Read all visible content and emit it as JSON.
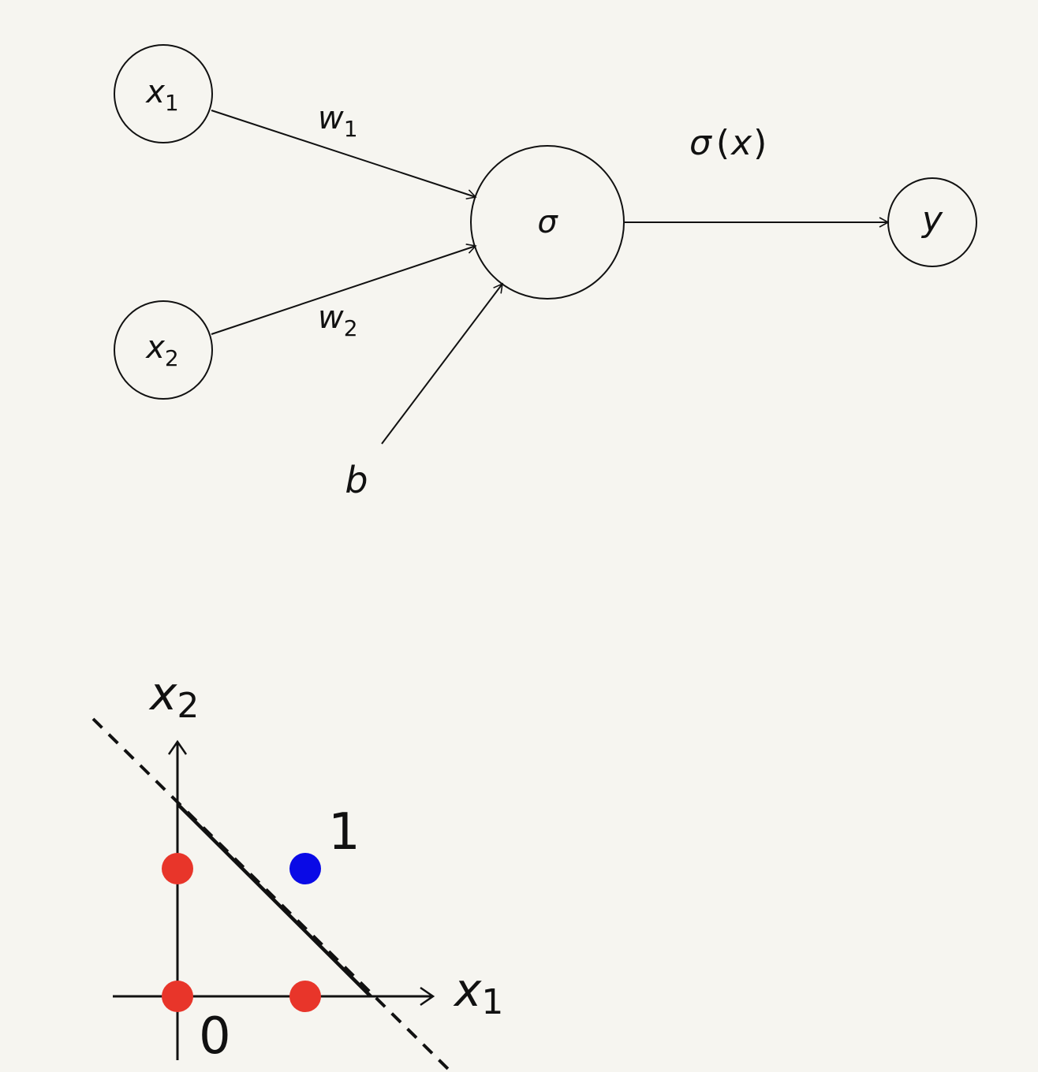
{
  "perceptron": {
    "inputs": [
      {
        "var": "x",
        "sub": "1"
      },
      {
        "var": "x",
        "sub": "2"
      }
    ],
    "weights": [
      {
        "var": "w",
        "sub": "1"
      },
      {
        "var": "w",
        "sub": "2"
      }
    ],
    "bias": "b",
    "neuron": "σ",
    "activation": {
      "fn": "σ",
      "open": "(",
      "arg": "x",
      "close": ")"
    },
    "output": "y"
  },
  "plot": {
    "x_axis": {
      "var": "x",
      "sub": "1"
    },
    "y_axis": {
      "var": "x",
      "sub": "2"
    },
    "class_one_label": "1",
    "class_zero_label": "0",
    "class_one_color": "#0a0ae6",
    "class_zero_color": "#e8352a",
    "points": [
      {
        "x": 0,
        "y": 0,
        "class": 0
      },
      {
        "x": 1,
        "y": 0,
        "class": 0
      },
      {
        "x": 0,
        "y": 1,
        "class": 0
      },
      {
        "x": 1,
        "y": 1,
        "class": 1
      }
    ]
  }
}
